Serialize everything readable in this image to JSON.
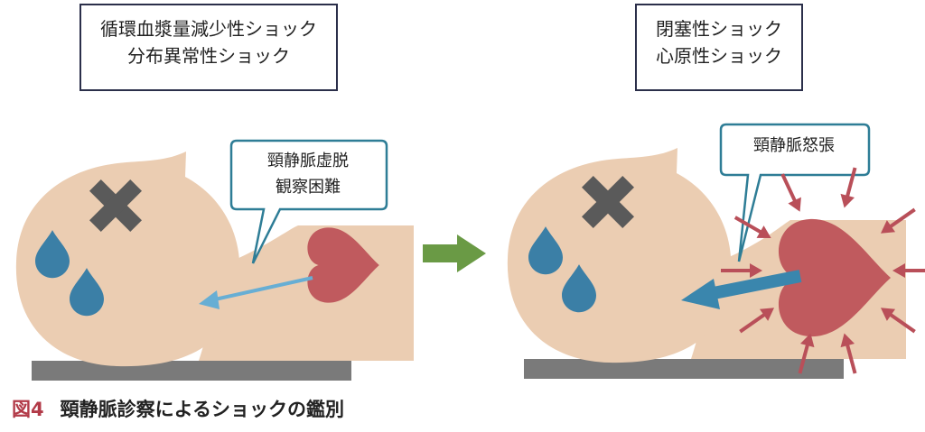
{
  "left_panel": {
    "label_lines": [
      "循環血漿量減少性ショック",
      "分布異常性ショック"
    ],
    "bubble_lines": [
      "頸静脈虚脱",
      "観察困難"
    ]
  },
  "right_panel": {
    "label_lines": [
      "閉塞性ショック",
      "心原性ショック"
    ],
    "bubble_lines": [
      "頸静脈怒張"
    ]
  },
  "caption": {
    "number": "図4",
    "title": "頸静脈診察によるショックの鑑別"
  },
  "colors": {
    "skin": "#ebcdb2",
    "heart": "#c05a5e",
    "drop": "#3b7fa6",
    "cross": "#5a5a5a",
    "ground": "#7a7a7a",
    "arrow_right": "#6a9a45",
    "bubble_border": "#2e7d96",
    "vein_arrow_light": "#67aed4",
    "vein_arrow_dark": "#3a86ad",
    "pressure_arrow": "#b94f59"
  }
}
